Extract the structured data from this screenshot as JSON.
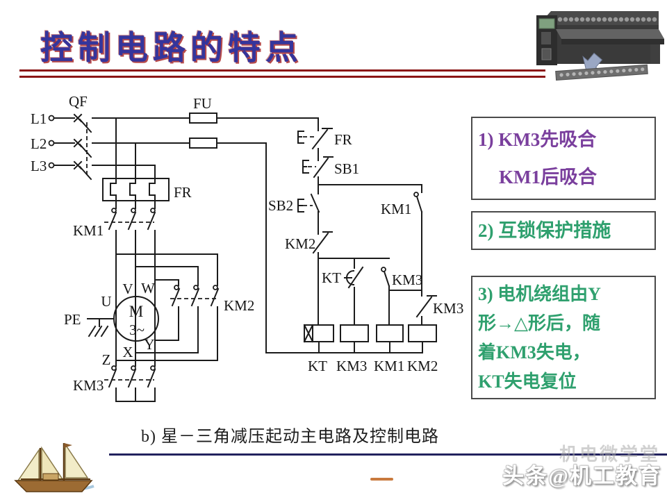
{
  "header": {
    "title": "控制电路的特点",
    "title_color": "#35359c",
    "underline_color": "#8b1616"
  },
  "plc": {
    "icon": "plc-module-photo"
  },
  "circuit": {
    "caption": "b) 星－三角减压起动主电路及控制电路",
    "labels": {
      "l1": "L1",
      "l2": "L2",
      "l3": "L3",
      "qf": "QF",
      "fu": "FU",
      "fr": "FR",
      "km1": "KM1",
      "km2": "KM2",
      "km3": "KM3",
      "kt": "KT",
      "sb1": "SB1",
      "sb2": "SB2",
      "pe": "PE",
      "motor_m": "M",
      "motor_3ph": "3~",
      "u": "U",
      "v": "V",
      "w": "W",
      "x": "X",
      "y": "Y",
      "z": "Z"
    }
  },
  "notes": [
    {
      "color": "#7a3f9d",
      "lines": [
        "1) KM3先吸合",
        "KM1后吸合"
      ]
    },
    {
      "color": "#2fa06e",
      "lines": [
        "2) 互锁保护措施"
      ]
    },
    {
      "color": "#2fa06e",
      "lines": [
        "3) 电机绕组由Y",
        "形→△形后，随",
        "着KM3失电，",
        "KT失电复位"
      ]
    }
  ],
  "footer": {
    "watermark_back": "机电微学堂",
    "watermark_front": "头条@机工教育",
    "rule_color": "#22225e"
  }
}
